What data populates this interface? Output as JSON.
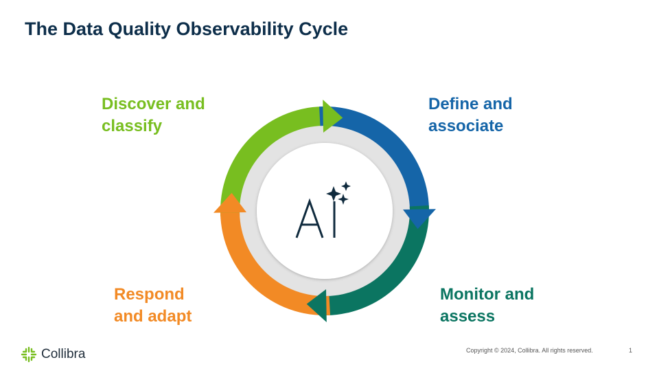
{
  "title": "The Data Quality Observability Cycle",
  "center_label": "AI",
  "stages": [
    {
      "line1": "Discover and",
      "line2": "classify",
      "color": "#78be20"
    },
    {
      "line1": "Define and",
      "line2": "associate",
      "color": "#1565a8"
    },
    {
      "line1": "Monitor and",
      "line2": "assess",
      "color": "#0b7561"
    },
    {
      "line1": "Respond",
      "line2": "and adapt",
      "color": "#f28a25"
    }
  ],
  "footer": {
    "brand": "Collibra",
    "copyright": "Copyright © 2024, Collibra. All rights reserved.",
    "page_number": "1"
  }
}
